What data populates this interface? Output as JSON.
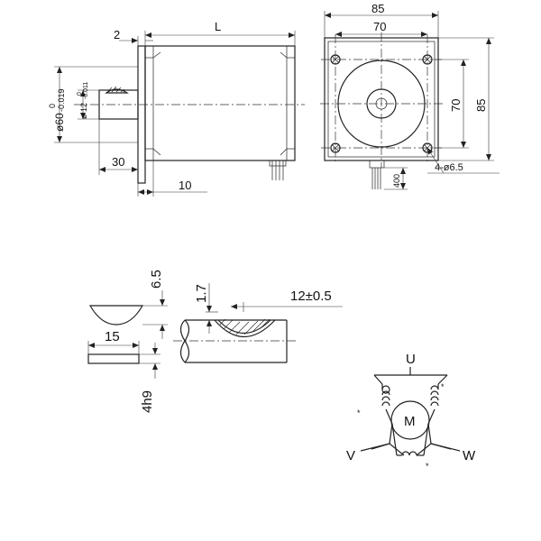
{
  "front_view": {
    "length_label": "L",
    "flange_label": "2",
    "diameter_label": "ø60",
    "diameter_tol_upper": "0",
    "diameter_tol_lower": "-0.019",
    "shaft_label": "ø 12",
    "shaft_tol_upper": "0",
    "shaft_tol_lower": "-0.011",
    "shaft_length_label": "30",
    "step_label": "10"
  },
  "end_view": {
    "width_outer": "85",
    "width_holes": "70",
    "height_holes": "70",
    "height_outer": "85",
    "lead_length": "400",
    "holes_label": "4-ø6.5"
  },
  "key_detail": {
    "key_height": "6.5",
    "key_length": "15",
    "key_width": "4h9",
    "keyseat_depth": "1.7",
    "keyseat_length": "12±0.5"
  },
  "wiring": {
    "phase_u": "U",
    "phase_v": "V",
    "phase_w": "W",
    "motor_label": "M",
    "polarity_mark": "*"
  }
}
